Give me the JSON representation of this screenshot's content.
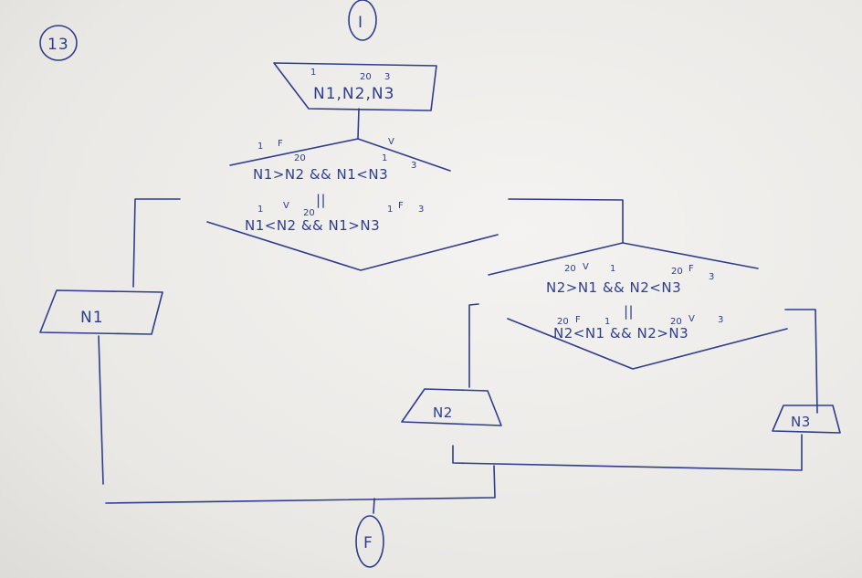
{
  "page_number": "13",
  "start": {
    "label": "I"
  },
  "end": {
    "label": "F"
  },
  "input_block": {
    "text": "N1,N2,N3",
    "annotations": {
      "a1": "1",
      "a2": "20",
      "a3": "3"
    }
  },
  "decision1": {
    "line1": "N1>N2 && N1<N3",
    "line2": "N1<N2 && N1>N3",
    "equiv": "||",
    "branch_false": "F",
    "branch_true": "V",
    "annotations_line1": {
      "a": "1",
      "b": "20",
      "c": "1",
      "d": "3"
    },
    "annotations_line2": {
      "a": "1",
      "b": "V",
      "c": "20",
      "d": "1",
      "e": "F",
      "f": "3"
    }
  },
  "decision2": {
    "line1": "N2>N1 && N2<N3",
    "line2": "N2<N1 && N2>N3",
    "equiv": "||",
    "annotations_line1": {
      "a": "20",
      "b": "V",
      "c": "1",
      "d": "20",
      "e": "F",
      "f": "3"
    },
    "annotations_line2": {
      "a": "20",
      "b": "F",
      "c": "1",
      "d": "20",
      "e": "V",
      "f": "3"
    }
  },
  "outputs": {
    "n1": "N1",
    "n2": "N2",
    "n3": "N3"
  }
}
